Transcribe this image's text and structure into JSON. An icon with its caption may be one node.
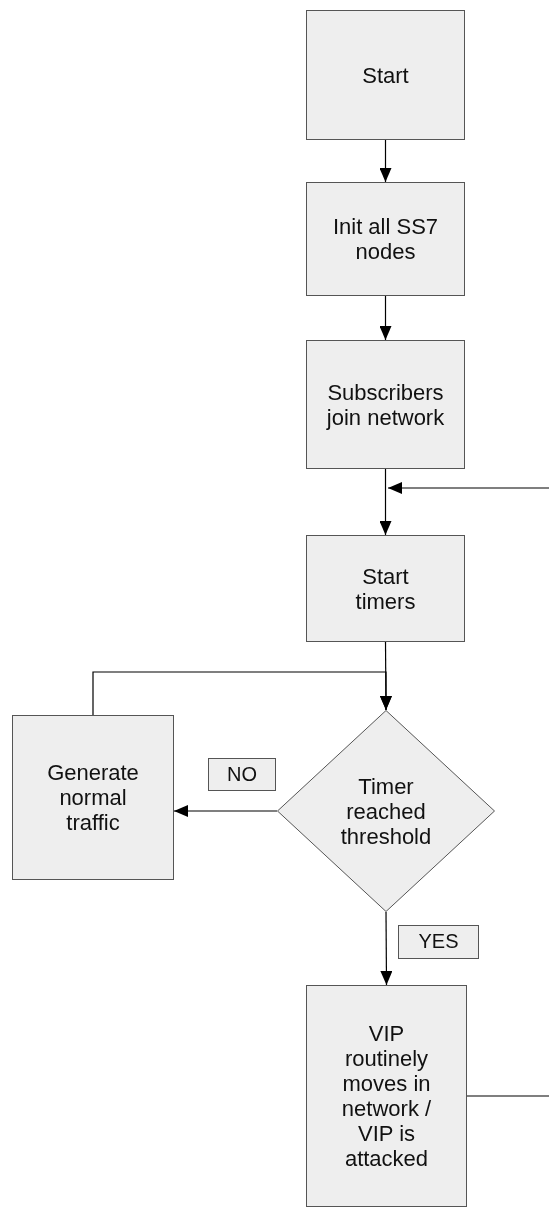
{
  "diagram": {
    "nodes": [
      {
        "text": [
          "Start"
        ]
      },
      {
        "text": [
          "Init all SS7 nodes"
        ]
      },
      {
        "text": [
          "Subscribers join network"
        ]
      },
      {
        "text": [
          "Start timers"
        ]
      },
      {
        "text": [
          "Generate normal traffic"
        ]
      },
      {
        "text": [
          "Timer reached threshold"
        ]
      },
      {
        "text": [
          "VIP routinely moves in network / VIP is attacked"
        ]
      }
    ],
    "edges": [
      {
        "from": 0,
        "to": 1,
        "arrow": "to"
      },
      {
        "from": 1,
        "to": 2,
        "arrow": "to"
      },
      {
        "from": 2,
        "to": 3,
        "arrow": "to"
      },
      {
        "from": null,
        "to": 3,
        "arrow": "to"
      },
      {
        "from": 3,
        "to": 5,
        "arrow": "to"
      },
      {
        "from": 4,
        "to": 5,
        "arrow": "to"
      },
      {
        "from": 5,
        "to": 4,
        "arrow": "to",
        "label": "NO"
      },
      {
        "from": 5,
        "to": 6,
        "arrow": "to",
        "label": "YES"
      },
      {
        "from": 6,
        "to": null,
        "arrow": "none"
      }
    ]
  }
}
